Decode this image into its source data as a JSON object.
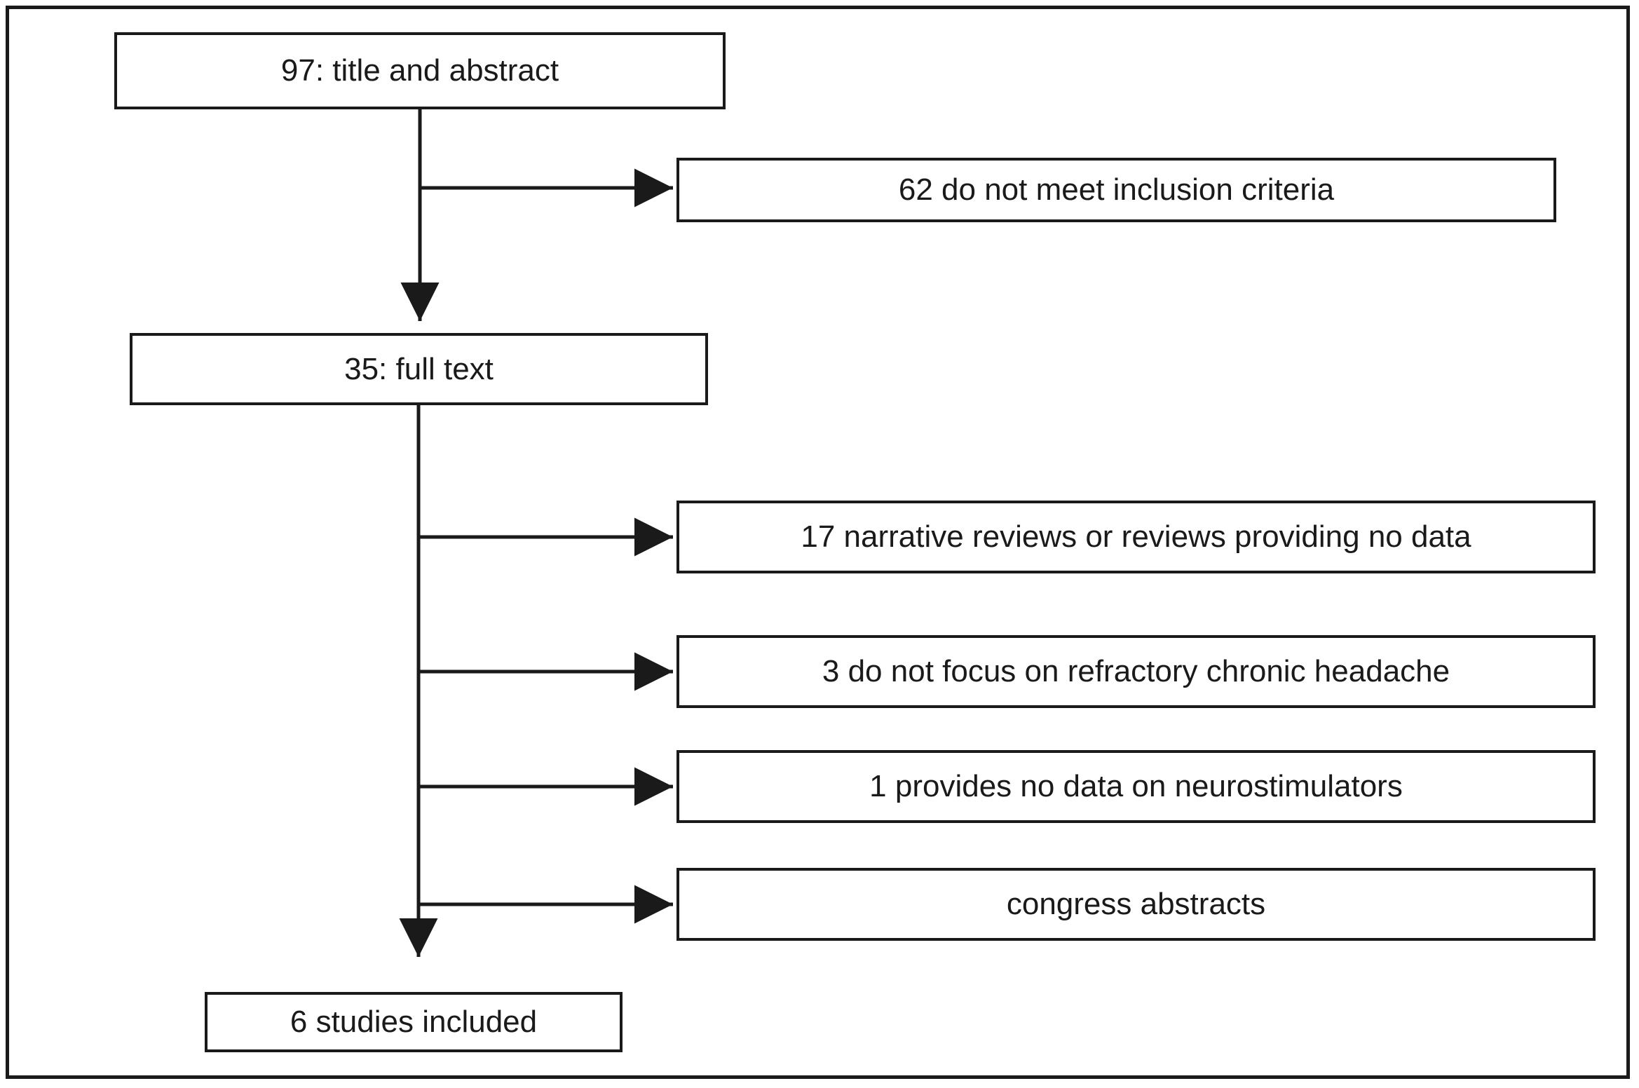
{
  "diagram": {
    "type": "flowchart",
    "description": "study selection flow diagram",
    "nodes": [
      {
        "id": "title-abstract",
        "label": "97: title and abstract"
      },
      {
        "id": "not-meet-criteria",
        "label": "62 do not meet inclusion criteria"
      },
      {
        "id": "full-text",
        "label": "35: full text"
      },
      {
        "id": "narrative-reviews",
        "label": "17 narrative reviews or reviews providing no data"
      },
      {
        "id": "no-focus-refractory",
        "label": "3 do not focus on refractory chronic headache"
      },
      {
        "id": "no-neurostimulator-data",
        "label": "1 provides no data on neurostimulators"
      },
      {
        "id": "congress-abstracts",
        "label": "congress abstracts"
      },
      {
        "id": "studies-included",
        "label": "6 studies included"
      }
    ],
    "edges": [
      {
        "from": "title-abstract",
        "to": "not-meet-criteria",
        "direction": "right"
      },
      {
        "from": "title-abstract",
        "to": "full-text",
        "direction": "down"
      },
      {
        "from": "full-text",
        "to": "narrative-reviews",
        "direction": "right"
      },
      {
        "from": "full-text",
        "to": "no-focus-refractory",
        "direction": "right"
      },
      {
        "from": "full-text",
        "to": "no-neurostimulator-data",
        "direction": "right"
      },
      {
        "from": "full-text",
        "to": "congress-abstracts",
        "direction": "right"
      },
      {
        "from": "full-text",
        "to": "studies-included",
        "direction": "down"
      }
    ],
    "colors": {
      "background": "#ffffff",
      "border": "#1a1a1a",
      "line": "#1a1a1a",
      "text": "#1a1a1a"
    }
  }
}
